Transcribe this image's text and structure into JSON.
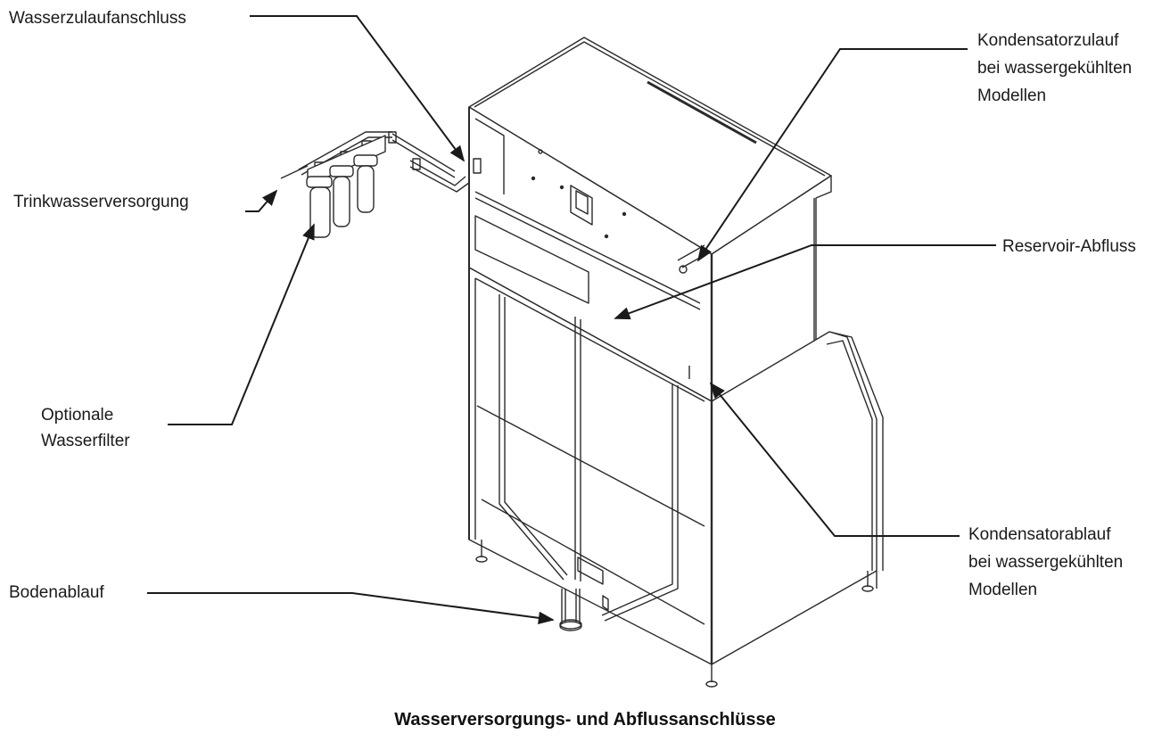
{
  "labels": {
    "water_inlet": "Wasserzulaufanschluss",
    "potable_water": "Trinkwasserversorgung",
    "optional_filter": [
      "Optionale",
      "Wasserfilter"
    ],
    "floor_drain": "Bodenablauf",
    "condenser_inlet": [
      "Kondensatorzulauf",
      "bei wassergekühlten",
      "Modellen"
    ],
    "reservoir_drain": "Reservoir-Abfluss",
    "condenser_outlet": [
      "Kondensatorablauf",
      "bei wassergekühlten",
      "Modellen"
    ]
  },
  "caption": "Wasserversorgungs- und Abflussanschlüsse",
  "colors": {
    "line": "#1a1a1a",
    "background": "#ffffff"
  }
}
